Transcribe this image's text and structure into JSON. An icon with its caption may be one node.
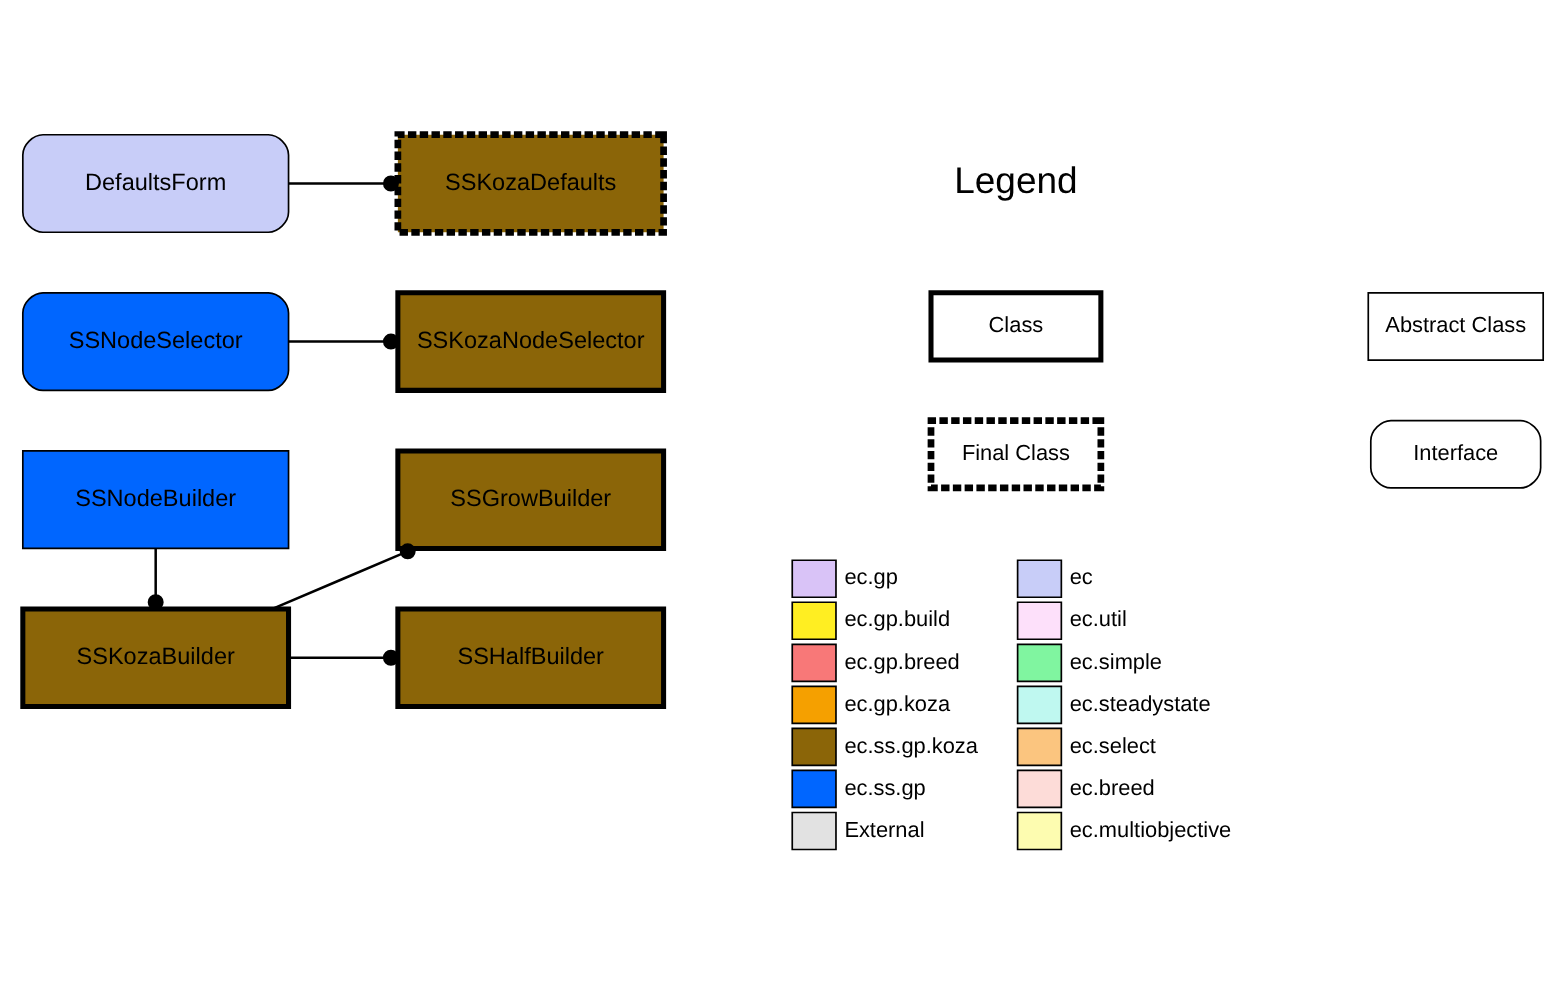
{
  "diagram": {
    "nodes": [
      {
        "text": [
          "DefaultsForm"
        ]
      },
      {
        "text": [
          "SSKozaDefaults"
        ]
      },
      {
        "text": [
          "SSNodeSelector"
        ]
      },
      {
        "text": [
          "SSKozaNodeSelector"
        ]
      },
      {
        "text": [
          "SSNodeBuilder"
        ]
      },
      {
        "text": [
          "SSGrowBuilder"
        ]
      },
      {
        "text": [
          "SSKozaBuilder"
        ]
      },
      {
        "text": [
          "SSHalfBuilder"
        ]
      }
    ],
    "edges": [
      {
        "from": 0,
        "to": 1,
        "arrow": "other"
      },
      {
        "from": 2,
        "to": 3,
        "arrow": "other"
      },
      {
        "from": 4,
        "to": 6,
        "arrow": "other"
      },
      {
        "from": 6,
        "to": 5,
        "arrow": "other"
      },
      {
        "from": 6,
        "to": 7,
        "arrow": "other"
      }
    ],
    "labels": [
      "Legend"
    ],
    "legend": [
      {
        "text": "Class"
      },
      {
        "text": "Abstract Class"
      },
      {
        "text": "Final Class"
      },
      {
        "text": "Interface"
      },
      {
        "text": "ec.gp",
        "color": "#d9c3f7"
      },
      {
        "text": "ec.gp.build",
        "color": "#ffee22"
      },
      {
        "text": "ec.gp.breed",
        "color": "#f87878"
      },
      {
        "text": "ec.gp.koza",
        "color": "#f5a000"
      },
      {
        "text": "ec.ss.gp.koza",
        "color": "#8b6508"
      },
      {
        "text": "ec.ss.gp",
        "color": "#0066ff"
      },
      {
        "text": "External",
        "color": "#e2e2e2"
      },
      {
        "text": "ec",
        "color": "#c8cdf8"
      },
      {
        "text": "ec.util",
        "color": "#fde0fa"
      },
      {
        "text": "ec.simple",
        "color": "#80f5a0"
      },
      {
        "text": "ec.steadystate",
        "color": "#bff8f0"
      },
      {
        "text": "ec.select",
        "color": "#fbc57f"
      },
      {
        "text": "ec.breed",
        "color": "#fddcd8"
      },
      {
        "text": "ec.multiobjective",
        "color": "#fdfcb0"
      }
    ]
  }
}
